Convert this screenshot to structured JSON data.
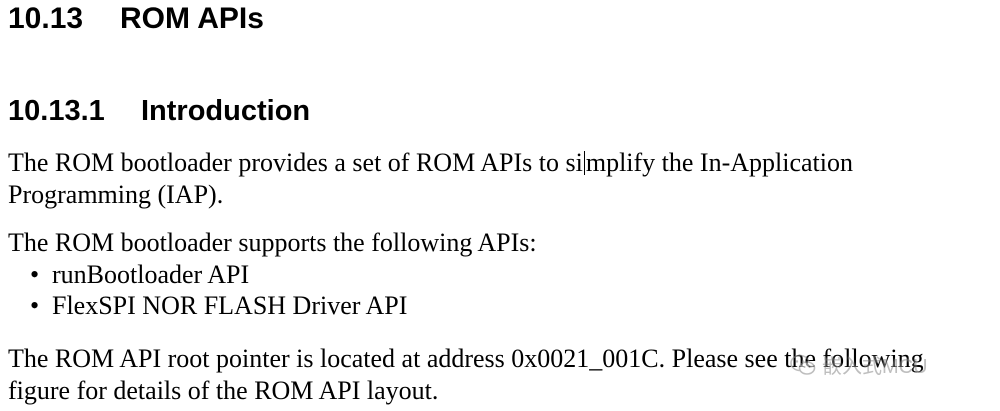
{
  "section": {
    "number": "10.13",
    "title": "ROM APIs"
  },
  "subsection": {
    "number": "10.13.1",
    "title": "Introduction"
  },
  "paragraph1": {
    "line1_before_cursor": "The ROM bootloader provides a set of ROM APIs to si",
    "line1_after_cursor": "mplify the In-Application",
    "line2": "Programming (IAP)."
  },
  "paragraph2": {
    "text": "The ROM bootloader supports the following APIs:"
  },
  "bullet_symbol": "•",
  "bullets": [
    "runBootloader API",
    "FlexSPI NOR FLASH Driver API"
  ],
  "paragraph3": {
    "line1": "The ROM API root pointer is located at address 0x0021_001C. Please see the following",
    "line2": "figure for details of the ROM API layout."
  },
  "watermark": {
    "text": "嵌入式MCU",
    "icon": "wechat-icon"
  }
}
